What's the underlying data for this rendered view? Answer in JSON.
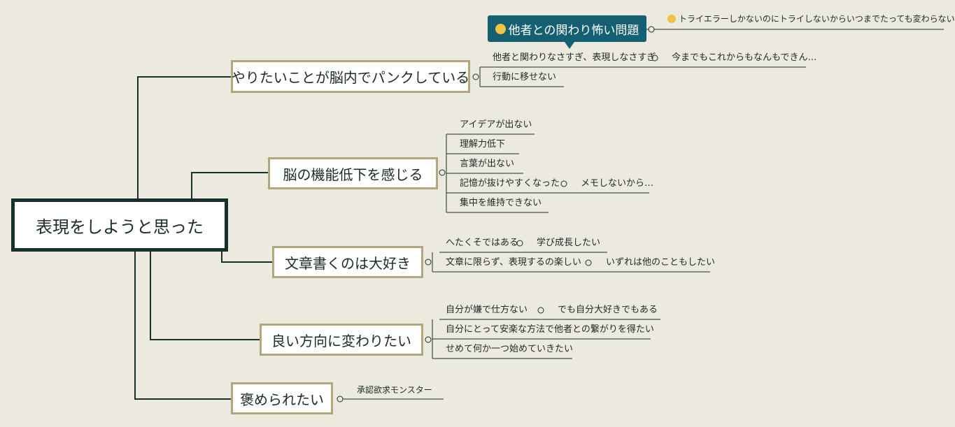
{
  "root": {
    "label": "表現をしようと思った"
  },
  "callout": {
    "label": "他者との関わり怖い問題",
    "icon": "fearful-face-icon"
  },
  "callout_note": {
    "label": "トライエラーしかないのにトライしないからいつまでたっても変わらない",
    "icon": "face-icon"
  },
  "branches": [
    {
      "label": "やりたいことが脳内でパンクしている",
      "children": [
        {
          "label": "他者と関わりなさすぎ、表現しなさすぎ",
          "sub": "今までもこれからもなんもできん…"
        },
        {
          "label": "行動に移せない"
        }
      ]
    },
    {
      "label": "脳の機能低下を感じる",
      "children": [
        {
          "label": "アイデアが出ない"
        },
        {
          "label": "理解力低下"
        },
        {
          "label": "言葉が出ない"
        },
        {
          "label": "記憶が抜けやすくなった",
          "sub": "メモしないから…"
        },
        {
          "label": "集中を維持できない"
        }
      ]
    },
    {
      "label": "文章書くのは大好き",
      "children": [
        {
          "label": "へたくそではある",
          "sub": "学び成長したい"
        },
        {
          "label": "文章に限らず、表現するの楽しい",
          "sub": "いずれは他のこともしたい"
        }
      ]
    },
    {
      "label": "良い方向に変わりたい",
      "children": [
        {
          "label": "自分が嫌で仕方ない",
          "sub": "でも自分大好きでもある"
        },
        {
          "label": "自分にとって安楽な方法で他者との繋がりを得たい"
        },
        {
          "label": "せめて何か一つ始めていきたい"
        }
      ]
    },
    {
      "label": "褒められたい",
      "children": [
        {
          "label": "承認欲求モンスター"
        }
      ]
    }
  ]
}
